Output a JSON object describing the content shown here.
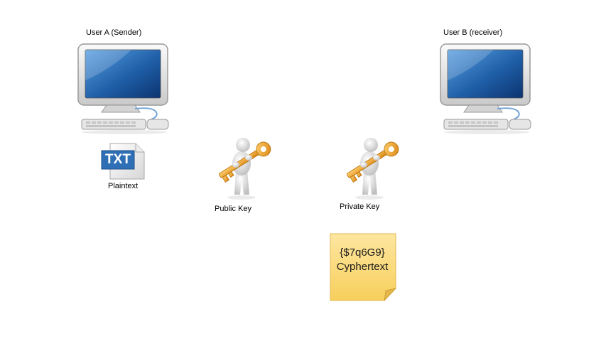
{
  "user_a": {
    "label": "User A (Sender)"
  },
  "user_b": {
    "label": "User B (receiver)"
  },
  "plaintext": {
    "badge": "TXT",
    "label": "Plaintext"
  },
  "public_key": {
    "label": "Public Key"
  },
  "private_key": {
    "label": "Private Key"
  },
  "ciphertext": {
    "code": "{$7q6G9}",
    "label": "Cyphertext"
  },
  "colors": {
    "screen_blue": "#1f5fa8",
    "key_orange": "#f0a020",
    "txt_badge_blue": "#2f6fb5",
    "sticky_note_yellow": "#fbd977"
  }
}
